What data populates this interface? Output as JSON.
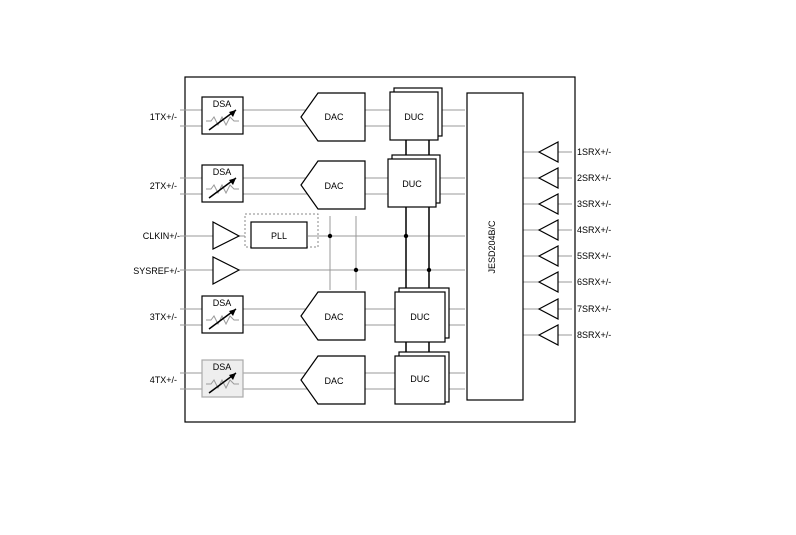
{
  "tx_ports": [
    "1TX+/-",
    "2TX+/-",
    "3TX+/-",
    "4TX+/-"
  ],
  "clock_inputs": [
    "CLKIN+/-",
    "SYSREF+/-"
  ],
  "srx_ports": [
    "1SRX+/-",
    "2SRX+/-",
    "3SRX+/-",
    "4SRX+/-",
    "5SRX+/-",
    "6SRX+/-",
    "7SRX+/-",
    "8SRX+/-"
  ],
  "blocks": {
    "dsa": "DSA",
    "dac": "DAC",
    "duc": "DUC",
    "pll": "PLL",
    "jesd": "JESD204B/C"
  }
}
